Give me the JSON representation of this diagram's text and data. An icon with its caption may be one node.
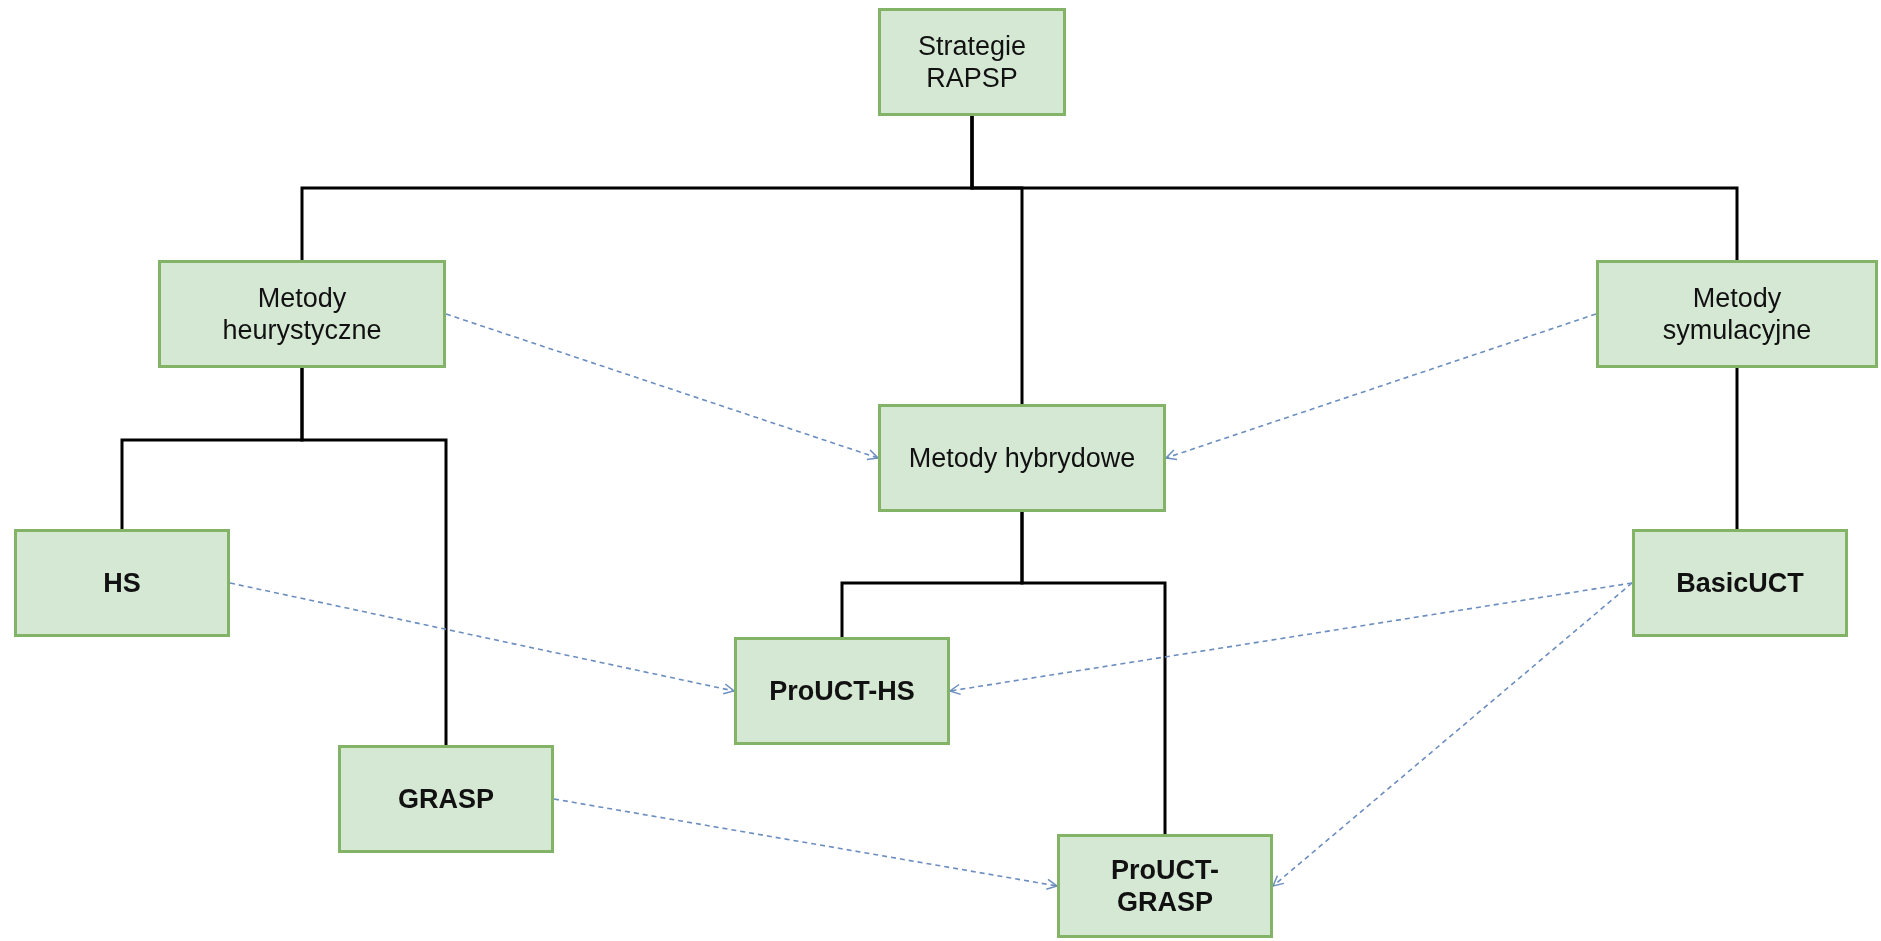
{
  "diagram": {
    "nodes": [
      {
        "text": [
          "Strategie RAPSP"
        ]
      },
      {
        "text": [
          "Metody heurystyczne"
        ]
      },
      {
        "text": [
          "Metody symulacyjne"
        ]
      },
      {
        "text": [
          "Metody hybrydowe"
        ]
      },
      {
        "text": [
          "HS"
        ]
      },
      {
        "text": [
          "BasicUCT"
        ]
      },
      {
        "text": [
          "ProUCT-HS"
        ]
      },
      {
        "text": [
          "GRASP"
        ]
      },
      {
        "text": [
          "ProUCT-GRASP"
        ]
      }
    ],
    "edges": [
      {
        "from": 0,
        "to": 1,
        "arrow": "none"
      },
      {
        "from": 0,
        "to": 3,
        "arrow": "none"
      },
      {
        "from": 0,
        "to": 2,
        "arrow": "none"
      },
      {
        "from": 1,
        "to": 4,
        "arrow": "none"
      },
      {
        "from": 1,
        "to": 7,
        "arrow": "none"
      },
      {
        "from": 2,
        "to": 5,
        "arrow": "none"
      },
      {
        "from": 3,
        "to": 6,
        "arrow": "none"
      },
      {
        "from": 3,
        "to": 8,
        "arrow": "none"
      },
      {
        "from": 1,
        "to": 3,
        "arrow": "to",
        "style": "dashed",
        "color": "#6c8ebf"
      },
      {
        "from": 2,
        "to": 3,
        "arrow": "to",
        "style": "dashed",
        "color": "#6c8ebf"
      },
      {
        "from": 4,
        "to": 6,
        "arrow": "to",
        "style": "dashed",
        "color": "#6c8ebf"
      },
      {
        "from": 5,
        "to": 6,
        "arrow": "to",
        "style": "dashed",
        "color": "#6c8ebf"
      },
      {
        "from": 5,
        "to": 8,
        "arrow": "to",
        "style": "dashed",
        "color": "#6c8ebf"
      },
      {
        "from": 7,
        "to": 8,
        "arrow": "to",
        "style": "dashed",
        "color": "#6c8ebf"
      }
    ]
  }
}
